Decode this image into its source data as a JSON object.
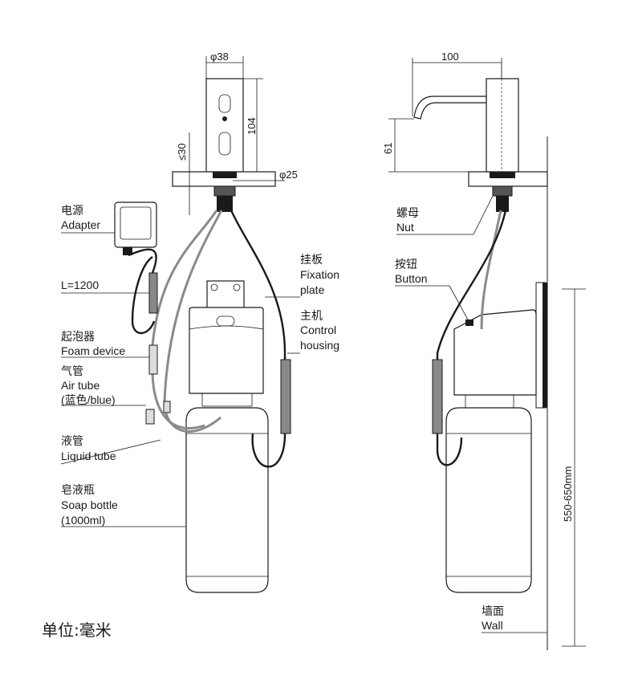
{
  "title": "Soap dispenser installation diagram",
  "unit_note": "单位:毫米",
  "dimensions": {
    "spout_diameter": "φ38",
    "spout_height": "104",
    "thickness": "≤30",
    "hole_diameter": "φ25",
    "reach": "100",
    "side_height": "61",
    "mount_height": "550-650mm"
  },
  "labels": {
    "adapter_cn": "电源",
    "adapter_en": "Adapter",
    "cable_length": "L=1200",
    "foam_cn": "起泡器",
    "foam_en": "Foam device",
    "air_cn": "气管",
    "air_en": "Air tube",
    "air_note": "(蓝色/blue)",
    "liquid_cn": "液管",
    "liquid_en": "Liquid tube",
    "bottle_cn": "皂液瓶",
    "bottle_en": "Soap bottle",
    "bottle_note": "(1000ml)",
    "plate_cn": "挂板",
    "plate_en1": "Fixation",
    "plate_en2": "plate",
    "control_cn": "主机",
    "control_en1": "Control",
    "control_en2": "housing",
    "nut_cn": "螺母",
    "nut_en": "Nut",
    "button_cn": "按钮",
    "button_en": "Button",
    "wall_cn": "墙面",
    "wall_en": "Wall"
  }
}
